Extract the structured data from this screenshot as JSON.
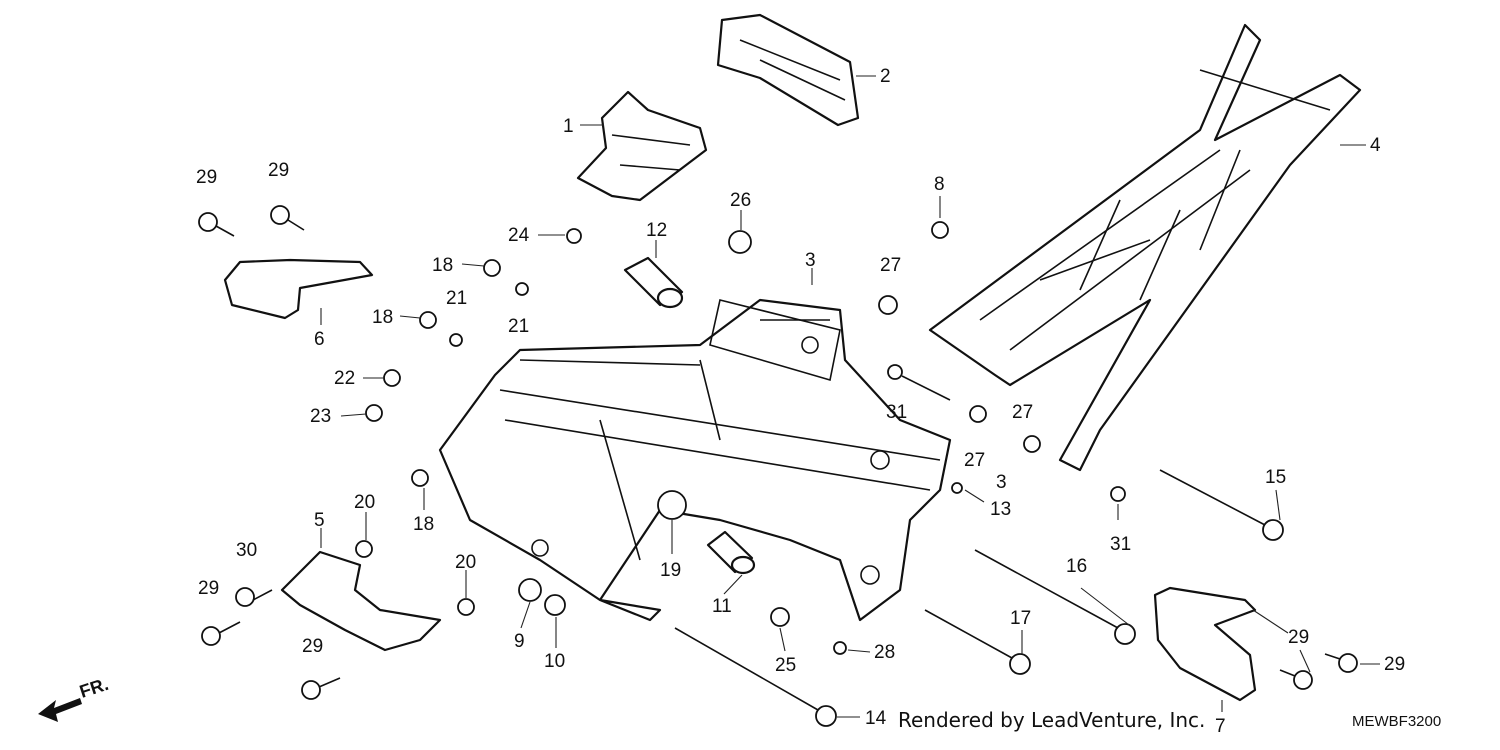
{
  "diagram": {
    "callouts": [
      "1",
      "2",
      "3",
      "4",
      "5",
      "6",
      "7",
      "8",
      "9",
      "10",
      "11",
      "12",
      "13",
      "14",
      "15",
      "16",
      "17",
      "18",
      "19",
      "20",
      "21",
      "22",
      "23",
      "24",
      "25",
      "26",
      "27",
      "28",
      "29",
      "30",
      "31"
    ],
    "front_label": "FR.",
    "credit": "Rendered by LeadVenture, Inc.",
    "code": "MEWBF3200"
  }
}
